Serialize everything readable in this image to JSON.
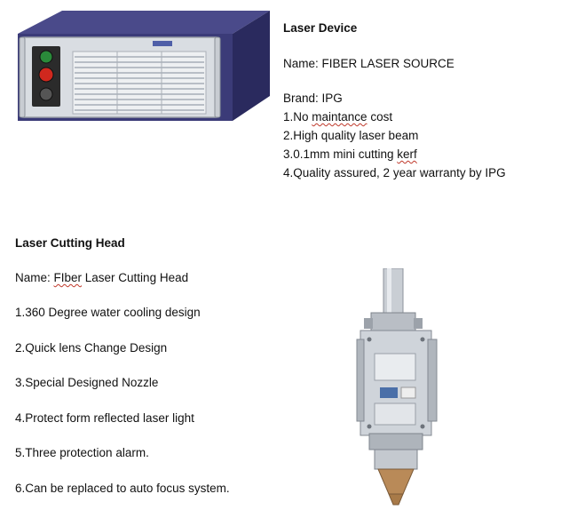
{
  "laser_device": {
    "title": "Laser Device",
    "name_line": "Name: FIBER LASER SOURCE",
    "brand_line": "Brand: IPG",
    "feature_1_pre": "1.No ",
    "feature_1_word": "maintance",
    "feature_1_post": " cost",
    "feature_2": "2.High quality laser beam",
    "feature_3_pre": "3.0.1mm mini cutting ",
    "feature_3_word": "kerf",
    "feature_4": "4.Quality assured, 2 year warranty by IPG",
    "image_alt": "fiber-laser-source-unit"
  },
  "cutting_head": {
    "title": "Laser Cutting Head",
    "name_pre": "Name: ",
    "name_word": "FIber",
    "name_post": " Laser Cutting Head",
    "features": [
      "1.360 Degree water cooling design",
      "2.Quick lens Change Design",
      "3.Special Designed Nozzle",
      "4.Protect form reflected laser light",
      "5.Three protection alarm.",
      "6.Can be replaced to auto focus system."
    ],
    "image_alt": "laser-cutting-head-unit"
  }
}
